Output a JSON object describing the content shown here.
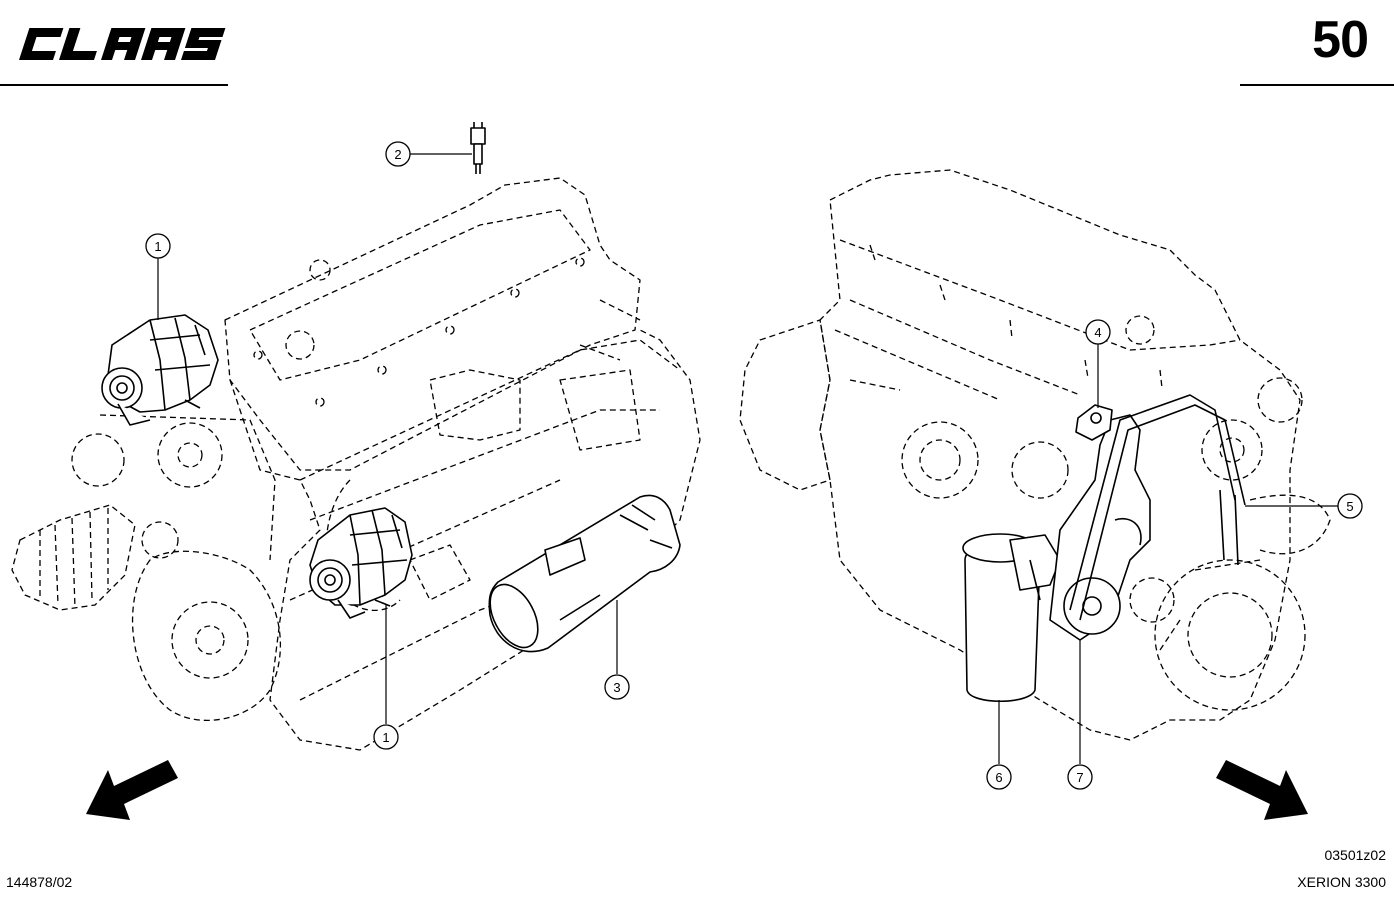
{
  "header": {
    "brand": "CLAAS",
    "page_number": "50"
  },
  "footer": {
    "drawing_no": "144878/02",
    "figure_code": "03501z02",
    "model": "XERION 3300"
  },
  "callouts": {
    "c1a": "1",
    "c2": "2",
    "c1b": "1",
    "c3": "3",
    "c4": "4",
    "c5": "5",
    "c6": "6",
    "c7": "7"
  },
  "icons": {
    "left_arrow": "direction-arrow-icon",
    "right_arrow": "direction-arrow-icon"
  }
}
